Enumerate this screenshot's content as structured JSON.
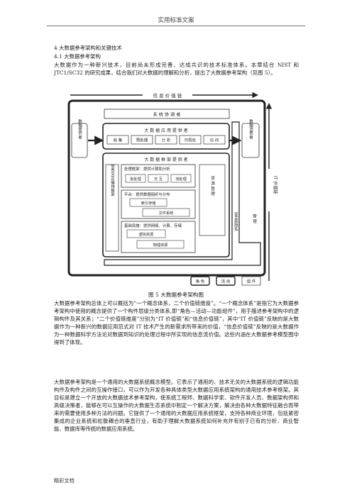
{
  "header": {
    "title": "实用标准文案"
  },
  "sections": {
    "h1": "4 大数据参考架构和关键技术",
    "h2": "4.1 大数据参考架构",
    "p1": "大数据作为一种新兴技术，目前尚未形成完善、达成共识的技术标准体系。本章结合 NIST 和 JTC1/SC32 的研究成果，结合我们对大数据的理解和分析，提出了大数据参考架构（见图 5）。",
    "caption": "图 5 大数据参考架构图",
    "p2": "大数据参考架构总体上可以概括为“一个概念体系，二个价值链维度”。“一个概念体系”是指它为大数据参考架构中使用的概念提供了一个构件层级分类体系,即“角色—活动—功能组件”，用于描述参考架构中的逻辑构件及其关系；“二个价值链维度”分别为“IT 价值链”和“信息价值链”，其中“IT 价值链”反映的是大数据作为一种新兴的数据应用范式对 IT 技术产生的新需求所带来的价值，“信息价值链”反映的是大数据作为一种数据科学方法论对数据到知识的处理过程中所实现的信息流价值。这些内涵在大数据参考模型图中得到了体现。",
    "p3": "大数据参考架构是一个通用的大数据系统概念模型。它表示了通用的、技术无关的大数据系统的逻辑功能构件及构件之间的互操作接口，可以作为开发各种具体类型大数据应用系统架构的通用技术参考框架。其目标是建立一个开放的大数据技术参考架构，使系统工程师、数据科学家、软件开发人员、数据架构师和高级决策者，能够在可以互操作的大数据生态系统中制定一个解决方案，解决由各种大数据特征融合而带来的需要使用多种方法的问题。它提供了一个通用的大数据应用系统框架，支持各种商业环境，包括紧密集成的企业系统和松散耦合的垂直行业，有助于理解大数据系统如何补充并有别于已有的分析、商业智能、数据库等传统的数据应用系统。"
  },
  "diagram": {
    "info_chain": "信 息 价 值 链",
    "it_chain": "IT 价值链",
    "coordinator": "系 统 协 调 者",
    "provider": "数据提供者",
    "consumer": "数据消费者",
    "app_provider": "大 数 据 应 用 提 供 者",
    "app_steps": [
      "收 集",
      "预处理",
      "分 析",
      "可视化",
      "访 问"
    ],
    "framework_provider": "大 数 据 框 架 提 供 者",
    "processing": "处理框架：提供计算和分析",
    "processing_items": [
      "批处理",
      "交 互",
      "流处理"
    ],
    "platform": "平台：提供数据组织与分布",
    "platform_items": [
      "索引存储",
      "文件系统"
    ],
    "infra": "基础设施：提供网络、计算、存储",
    "infra_items": [
      "虚拟资源",
      "物理资源"
    ],
    "lifecycle": "信息交互/编排框架",
    "resource_mgmt": "资 源 管 理",
    "security": "安全和隐私",
    "management": "管 理",
    "legend": [
      "角 色",
      "活 动",
      "组 件"
    ]
  },
  "footer": {
    "text": "精彩文档"
  }
}
